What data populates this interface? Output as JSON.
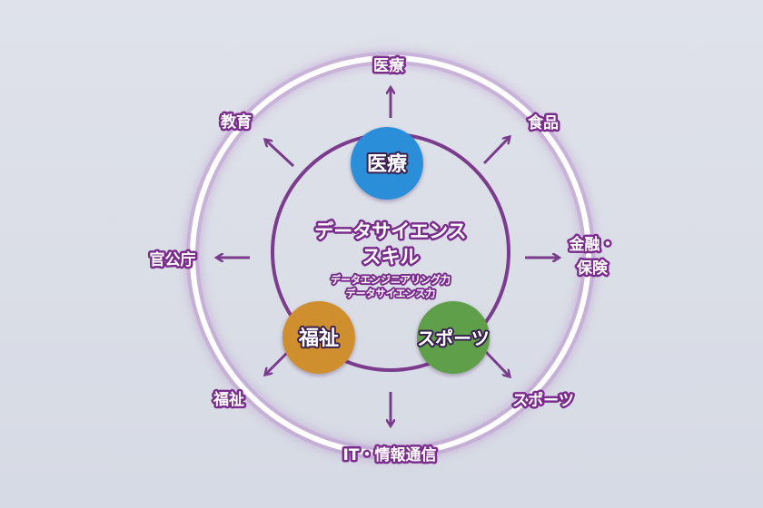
{
  "center": {
    "title_line1": "データサイエンス",
    "title_line2": "スキル",
    "sub_line1": "データエンジニアリング力",
    "sub_line2": "データサイエンス力"
  },
  "bubbles": {
    "top": {
      "label": "医療",
      "color": "#2a8fd8"
    },
    "left": {
      "label": "福祉",
      "color": "#cf8f2e"
    },
    "right": {
      "label": "スポーツ",
      "color": "#5e9f4a"
    }
  },
  "outer_labels": {
    "top": "医療",
    "top_right": "食品",
    "right_line1": "金融・",
    "right_line2": "保険",
    "bottom_right": "スポーツ",
    "bottom": "IT・情報通信",
    "bottom_left": "福祉",
    "left": "官公庁",
    "top_left": "教育"
  },
  "colors": {
    "accent": "#7b3c8e",
    "ring": "#ffffff"
  }
}
